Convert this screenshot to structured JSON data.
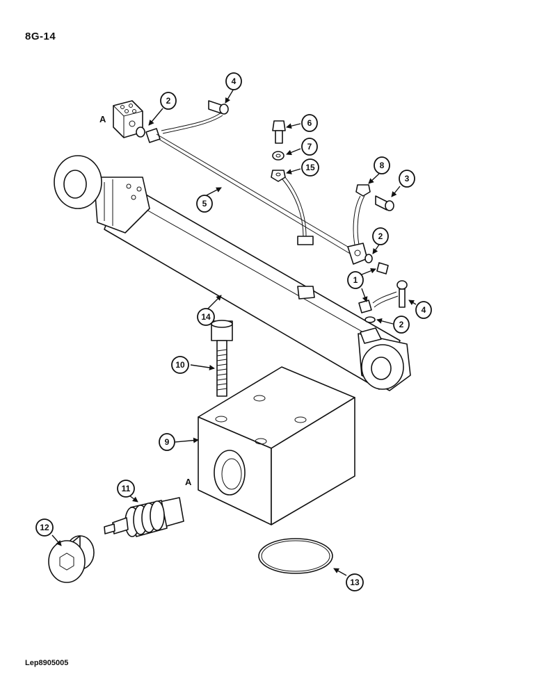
{
  "page": {
    "title": "8G-14",
    "reference": "Lep8905005"
  },
  "letters": {
    "a_upper": "A",
    "a_lower": "A"
  },
  "callouts": {
    "c1": "1",
    "c2a": "2",
    "c2b": "2",
    "c2c": "2",
    "c3": "3",
    "c4a": "4",
    "c4b": "4",
    "c5": "5",
    "c6": "6",
    "c7": "7",
    "c8": "8",
    "c9": "9",
    "c10": "10",
    "c11": "11",
    "c12": "12",
    "c13": "13",
    "c14": "14",
    "c15": "15"
  }
}
